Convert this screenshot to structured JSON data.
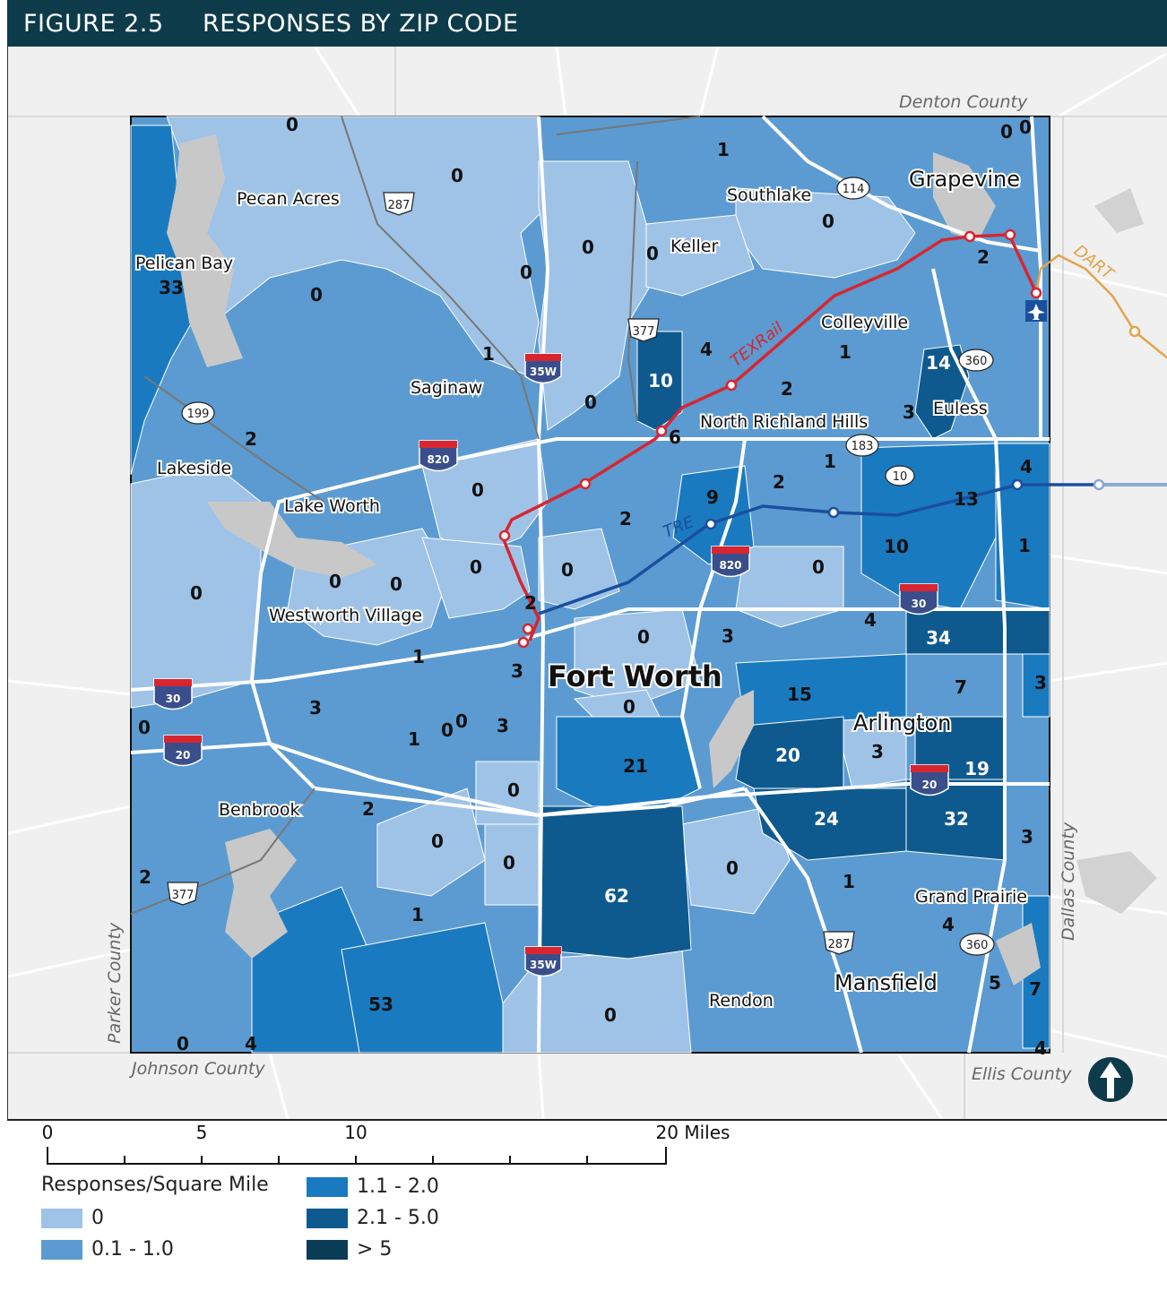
{
  "header": {
    "figure_label": "FIGURE 2.5",
    "title": "RESPONSES BY ZIP CODE"
  },
  "colors": {
    "header_bg": "#0d3b4a",
    "class_0": "#9fc3e7",
    "class_01_10": "#5b9bd1",
    "class_11_20": "#1a7ac0",
    "class_21_50": "#0e5a8e",
    "class_gt5": "#0a3b57",
    "water": "#c6c6c6",
    "texrail": "#d72630",
    "tre": "#1a4f9e",
    "dart": "#e3a44a"
  },
  "counties": {
    "denton": "Denton County",
    "johnson": "Johnson County",
    "ellis": "Ellis County",
    "parker": "Parker County",
    "dallas": "Dallas County"
  },
  "places": {
    "pecan_acres": "Pecan Acres",
    "pelican_bay": "Pelican Bay",
    "saginaw": "Saginaw",
    "lakeside": "Lakeside",
    "lake_worth": "Lake Worth",
    "westworth_village": "Westworth Village",
    "benbrook": "Benbrook",
    "fort_worth": "Fort Worth",
    "southlake": "Southlake",
    "keller": "Keller",
    "grapevine": "Grapevine",
    "colleyville": "Colleyville",
    "north_richland_hills": "North Richland Hills",
    "euless": "Euless",
    "arlington": "Arlington",
    "grand_prairie": "Grand Prairie",
    "mansfield": "Mansfield",
    "rendon": "Rendon"
  },
  "rail_labels": {
    "texrail": "TEXRail",
    "tre": "TRE",
    "dart": "DART"
  },
  "interstates": {
    "i35w": "35W",
    "i820": "820",
    "i30": "30",
    "i20": "20"
  },
  "highways": {
    "us287": "287",
    "us377": "377",
    "sh114": "114",
    "sh360": "360",
    "sh199": "199",
    "sh183": "183",
    "sh10": "10"
  },
  "counts": {
    "c01": "0",
    "c02": "1",
    "c03": "0",
    "c04": "0",
    "c05": "0",
    "c06": "0",
    "c07": "0",
    "c08": "0",
    "c09": "0",
    "c10": "2",
    "c11": "33",
    "c12": "0",
    "c13": "1",
    "c14": "4",
    "c15": "10",
    "c16": "1",
    "c17": "14",
    "c18": "0",
    "c19": "2",
    "c20": "3",
    "c21": "6",
    "c22": "2",
    "c23": "1",
    "c24": "0",
    "c25": "9",
    "c26": "2",
    "c27": "4",
    "c28": "13",
    "c29": "2",
    "c30": "10",
    "c31": "1",
    "c32": "0",
    "c33": "0",
    "c34": "0",
    "c35": "0",
    "c36": "0",
    "c37": "2",
    "c38": "0",
    "c39": "3",
    "c40": "4",
    "c41": "34",
    "c42": "1",
    "c43": "3",
    "c44": "3",
    "c45": "7",
    "c46": "3",
    "c47": "0",
    "c48": "15",
    "c49": "3",
    "c50": "1",
    "c51": "0",
    "c52": "0",
    "c53": "3",
    "c54": "20",
    "c55": "19",
    "c56": "21",
    "c57": "0",
    "c58": "0",
    "c59": "2",
    "c60": "24",
    "c61": "32",
    "c62": "3",
    "c63": "0",
    "c64": "0",
    "c65": "0",
    "c66": "2",
    "c67": "62",
    "c68": "1",
    "c69": "1",
    "c70": "4",
    "c71": "5",
    "c72": "7",
    "c73": "53",
    "c74": "0",
    "c75": "0",
    "c76": "4",
    "c77": "4",
    "c78": "0",
    "c79": "0"
  },
  "scale": {
    "ticks": [
      "0",
      "5",
      "10",
      "20 Miles"
    ]
  },
  "legend": {
    "title": "Responses/Square Mile",
    "items": [
      {
        "label": "0",
        "color": "#9fc3e7"
      },
      {
        "label": "0.1 - 1.0",
        "color": "#5b9bd1"
      },
      {
        "label": "1.1 - 2.0",
        "color": "#1a7ac0"
      },
      {
        "label": "2.1 - 5.0",
        "color": "#0e5a8e"
      },
      {
        "label": "> 5",
        "color": "#0a3b57"
      }
    ]
  }
}
